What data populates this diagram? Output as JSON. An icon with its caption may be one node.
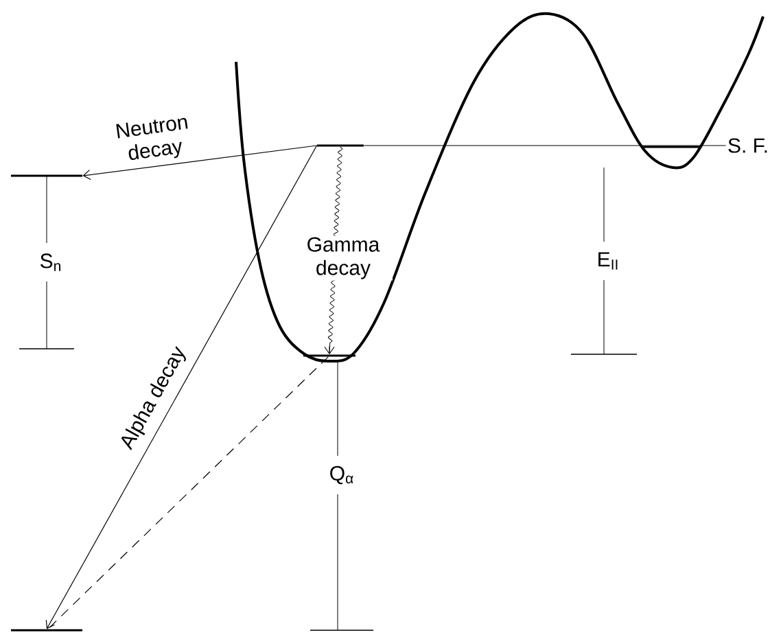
{
  "diagram": {
    "nodes": [
      {
        "text": [],
        "shape": "bar"
      },
      {
        "text": [],
        "shape": "bar"
      },
      {
        "text": [],
        "shape": "bar"
      },
      {
        "text": [],
        "shape": "bar"
      },
      {
        "text": [
          "S. F."
        ]
      }
    ],
    "edges": [
      {
        "from": 0,
        "to": 2,
        "arrow": "to",
        "label": "Neutron decay"
      },
      {
        "from": 0,
        "to": 1,
        "arrow": "to",
        "label": "Gamma decay"
      },
      {
        "from": 0,
        "to": 3,
        "arrow": "to",
        "label": "Alpha decay"
      },
      {
        "from": 1,
        "to": 3,
        "arrow": "none",
        "style": "dashed"
      },
      {
        "from": 0,
        "to": 4,
        "arrow": "none"
      }
    ],
    "labels": [
      "S$_{n}$",
      "E$_{II}$",
      "Q$_{α}$"
    ]
  }
}
